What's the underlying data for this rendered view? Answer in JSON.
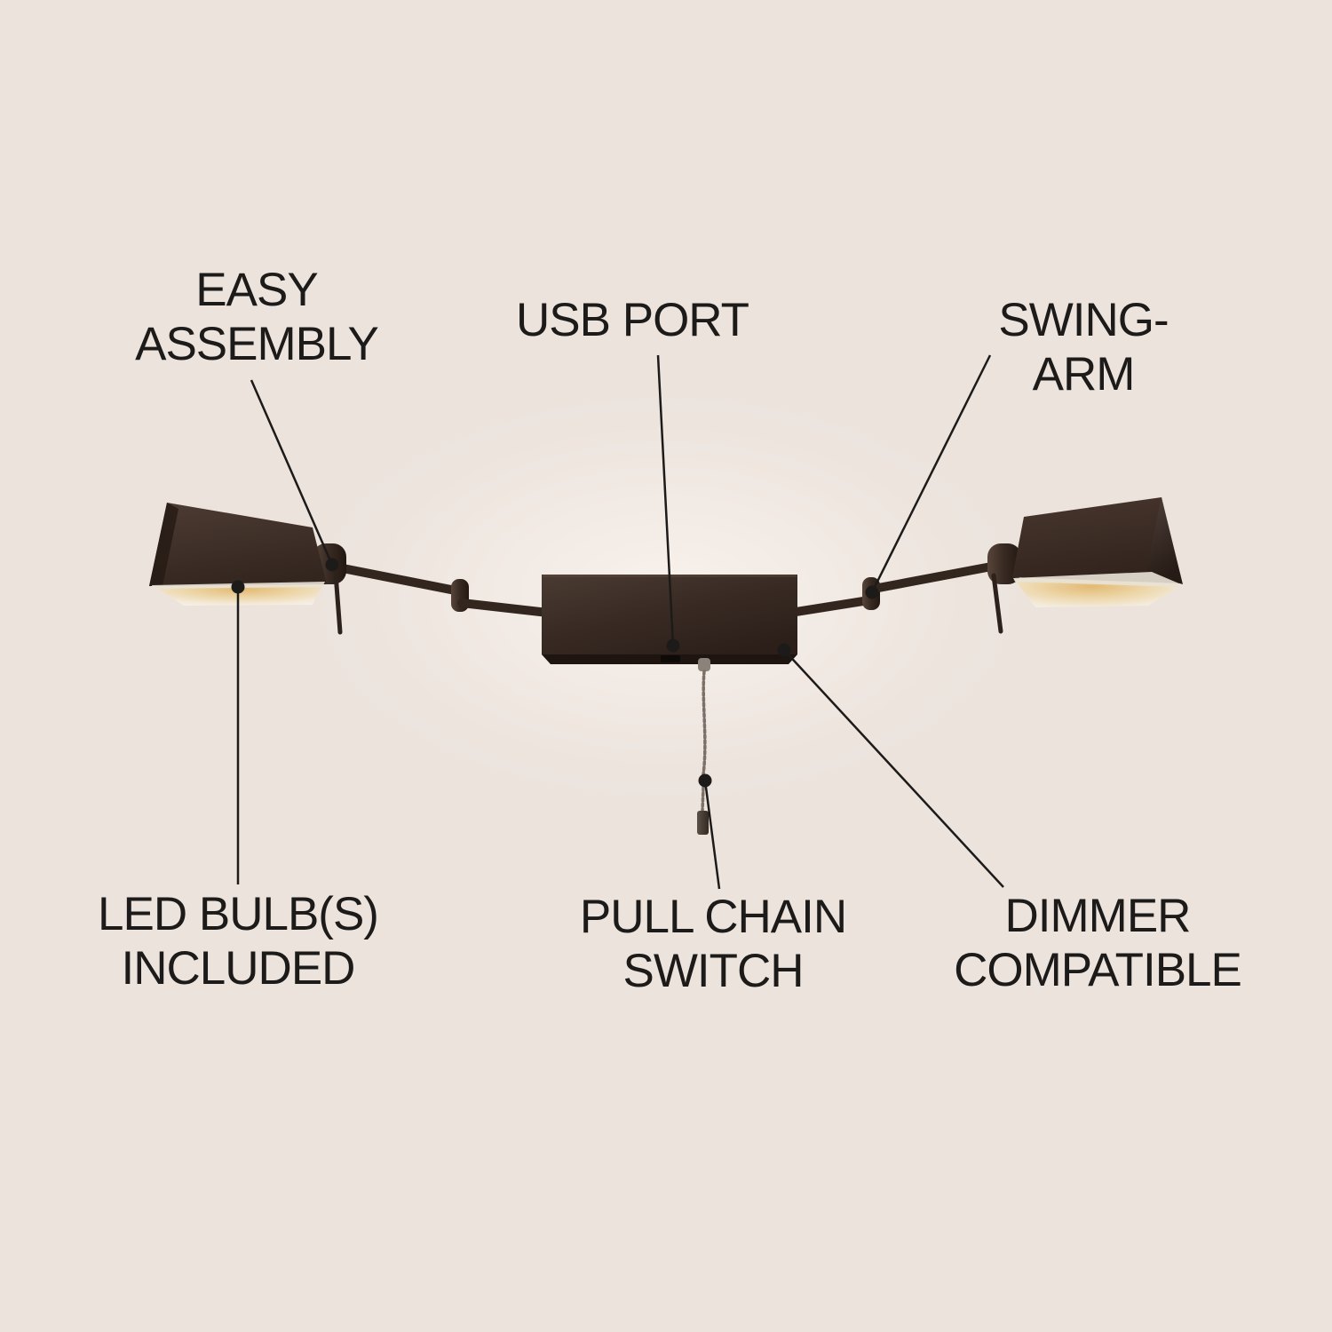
{
  "diagram": {
    "type": "annotated-product-image",
    "subject": "double swing-arm wall lamp with two shades, wall plate and pull chain",
    "labels": {
      "easy_assembly": "EASY\nASSEMBLY",
      "usb_port": "USB PORT",
      "swing_arm": "SWING-ARM",
      "led_bulbs": "LED BULB(S)\nINCLUDED",
      "pull_chain": "PULL CHAIN\nSWITCH",
      "dimmer": "DIMMER\nCOMPATIBLE"
    },
    "colors": {
      "background": "#ece3dd",
      "text": "#1d1b19",
      "leader_line": "#1d1b19",
      "lamp_finish_dark": "#33261f",
      "lamp_finish_highlight": "#4d3b32",
      "shade_interior_cream": "#f5f0e7",
      "bulb_glow_warm": "#e3bd78",
      "chain_metal": "#7b7168"
    }
  }
}
